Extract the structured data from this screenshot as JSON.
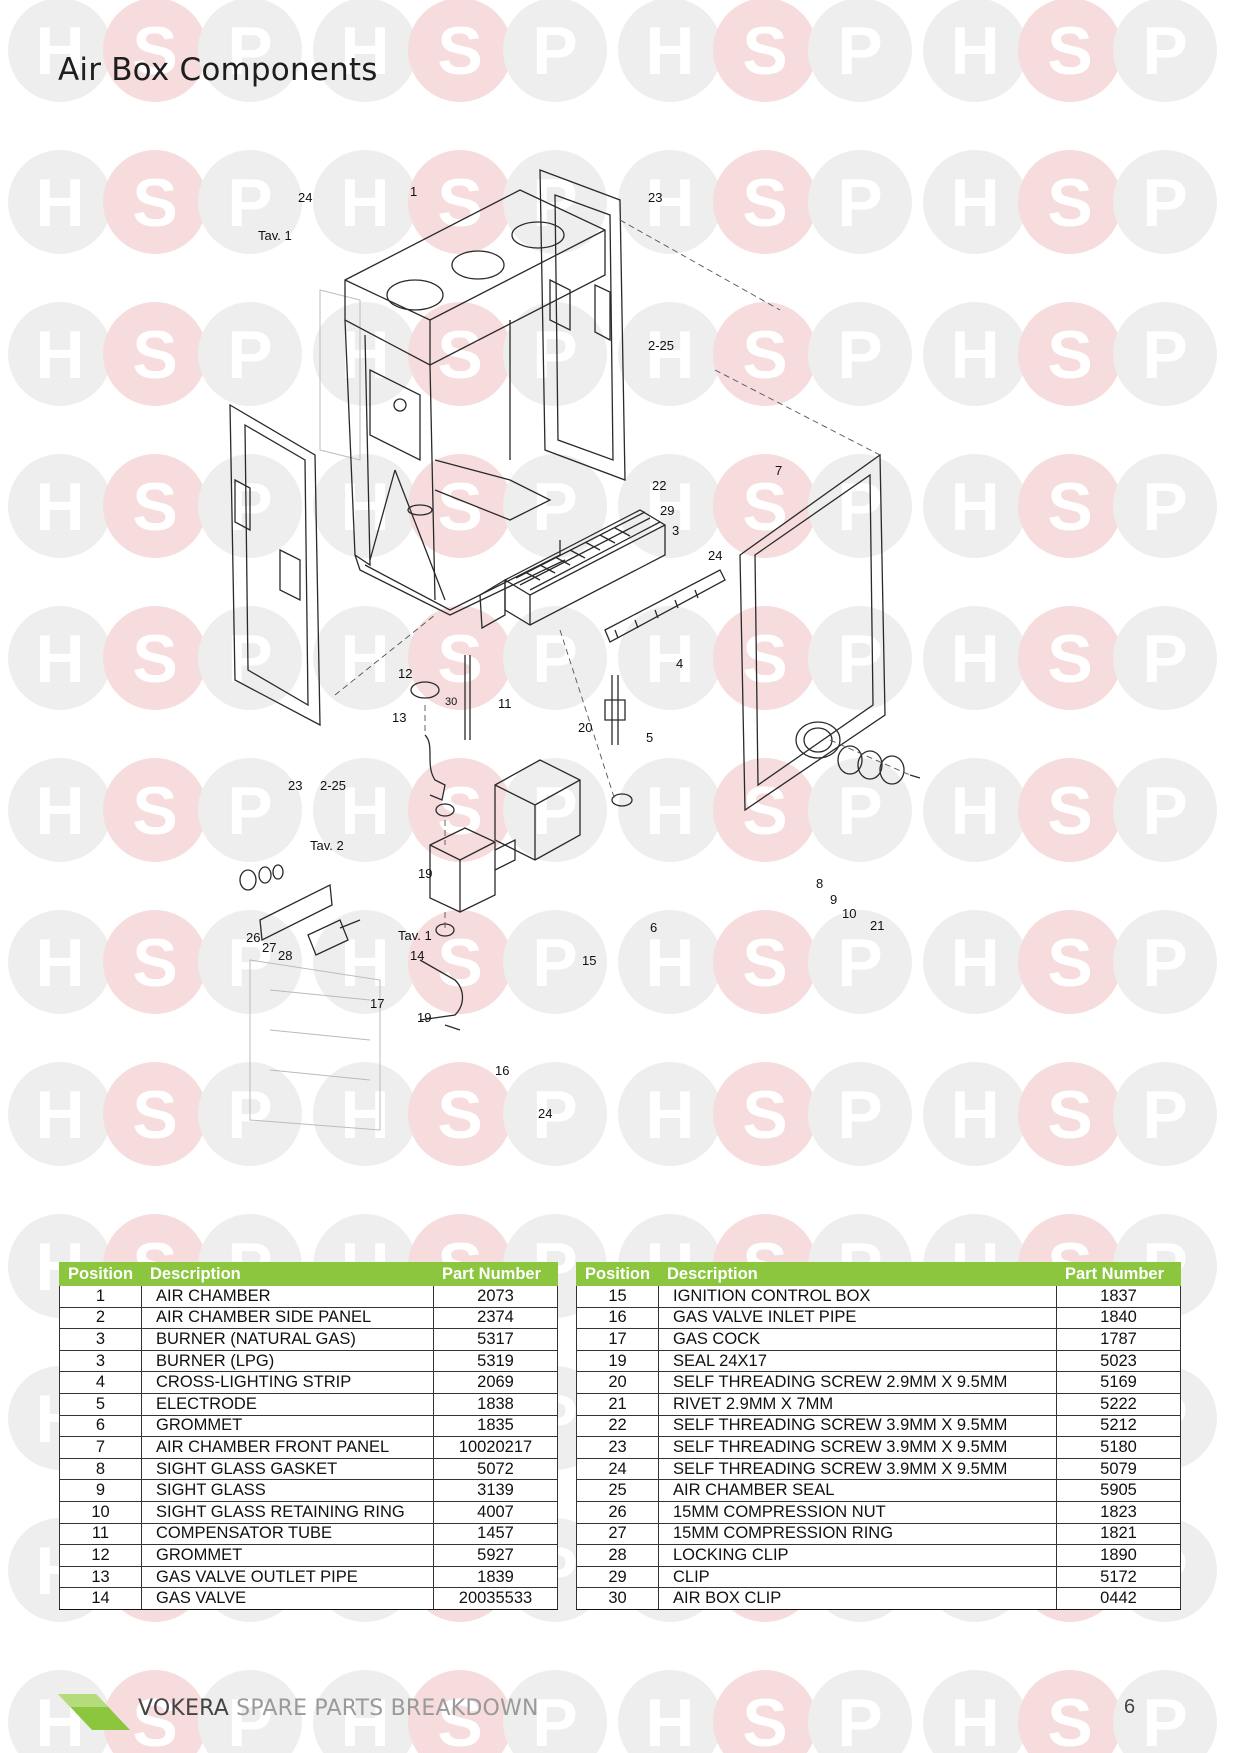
{
  "page": {
    "title": "Air Box Components",
    "footer_brand": "VOKERA",
    "footer_text": "SPARE PARTS BREAKDOWN",
    "page_number": "6",
    "accent_color": "#8cc63f",
    "watermark_letters": [
      "H",
      "S",
      "P"
    ]
  },
  "diagram": {
    "callouts": [
      "24",
      "1",
      "23",
      "Tav. 1",
      "2-25",
      "7",
      "22",
      "29",
      "3",
      "24",
      "30",
      "4",
      "12",
      "11",
      "13",
      "20",
      "5",
      "23",
      "2-25",
      "Tav. 2",
      "19",
      "8",
      "9",
      "10",
      "21",
      "6",
      "26",
      "27",
      "28",
      "Tav. 1",
      "14",
      "15",
      "17",
      "19",
      "16",
      "24"
    ]
  },
  "table_left": {
    "headers": [
      "Position",
      "Description",
      "Part Number"
    ],
    "rows": [
      [
        "1",
        "AIR CHAMBER",
        "2073"
      ],
      [
        "2",
        "AIR CHAMBER SIDE PANEL",
        "2374"
      ],
      [
        "3",
        "BURNER (NATURAL GAS)",
        "5317"
      ],
      [
        "3",
        "BURNER (LPG)",
        "5319"
      ],
      [
        "4",
        "CROSS-LIGHTING STRIP",
        "2069"
      ],
      [
        "5",
        "ELECTRODE",
        "1838"
      ],
      [
        "6",
        "GROMMET",
        "1835"
      ],
      [
        "7",
        "AIR CHAMBER FRONT PANEL",
        "10020217"
      ],
      [
        "8",
        "SIGHT GLASS GASKET",
        "5072"
      ],
      [
        "9",
        "SIGHT GLASS",
        "3139"
      ],
      [
        "10",
        "SIGHT GLASS RETAINING RING",
        "4007"
      ],
      [
        "11",
        "COMPENSATOR TUBE",
        "1457"
      ],
      [
        "12",
        "GROMMET",
        "5927"
      ],
      [
        "13",
        "GAS VALVE OUTLET PIPE",
        "1839"
      ],
      [
        "14",
        "GAS VALVE",
        "20035533"
      ]
    ]
  },
  "table_right": {
    "headers": [
      "Position",
      "Description",
      "Part Number"
    ],
    "rows": [
      [
        "15",
        "IGNITION CONTROL BOX",
        "1837"
      ],
      [
        "16",
        "GAS VALVE INLET PIPE",
        "1840"
      ],
      [
        "17",
        "GAS COCK",
        "1787"
      ],
      [
        "19",
        "SEAL 24X17",
        "5023"
      ],
      [
        "20",
        "SELF THREADING SCREW 2.9MM X 9.5MM",
        "5169"
      ],
      [
        "21",
        "RIVET 2.9MM X 7MM",
        "5222"
      ],
      [
        "22",
        "SELF THREADING SCREW 3.9MM X 9.5MM",
        "5212"
      ],
      [
        "23",
        "SELF THREADING SCREW 3.9MM X 9.5MM",
        "5180"
      ],
      [
        "24",
        "SELF THREADING SCREW 3.9MM X 9.5MM",
        "5079"
      ],
      [
        "25",
        "AIR CHAMBER SEAL",
        "5905"
      ],
      [
        "26",
        "15MM COMPRESSION NUT",
        "1823"
      ],
      [
        "27",
        "15MM COMPRESSION RING",
        "1821"
      ],
      [
        "28",
        "LOCKING CLIP",
        "1890"
      ],
      [
        "29",
        "CLIP",
        "5172"
      ],
      [
        "30",
        "AIR BOX CLIP",
        "0442"
      ]
    ]
  }
}
